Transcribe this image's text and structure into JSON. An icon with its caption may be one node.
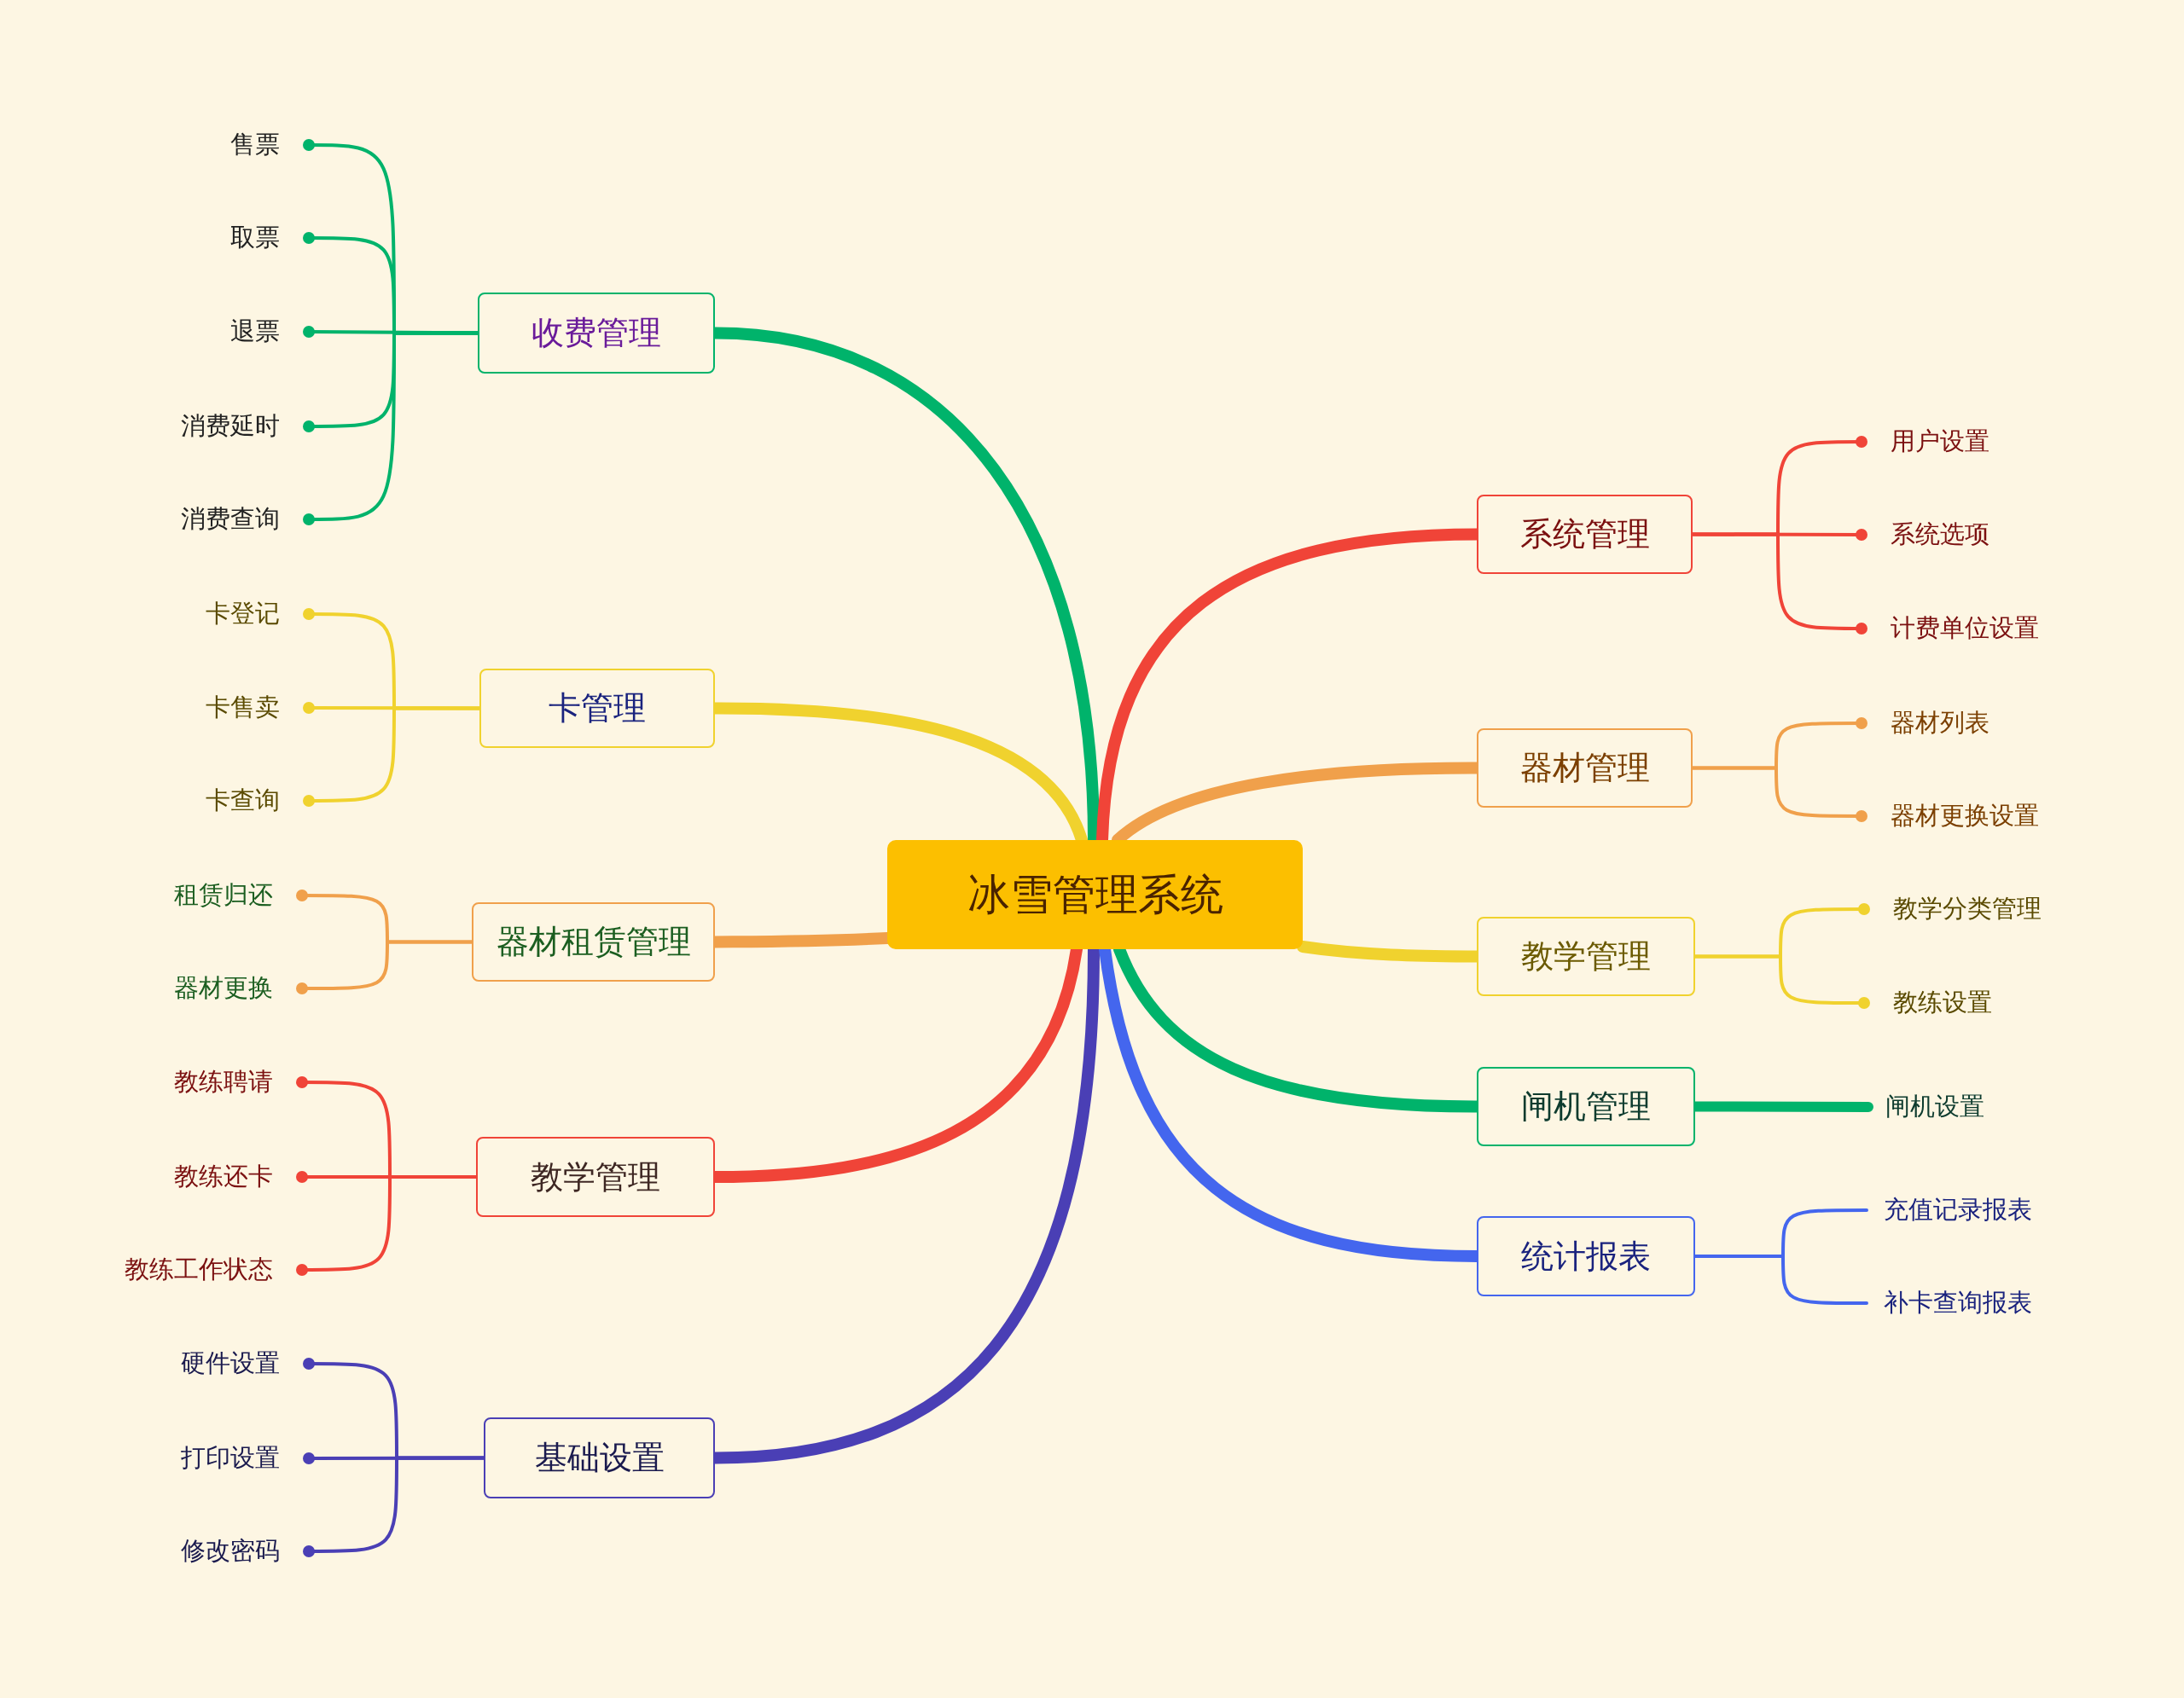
{
  "diagram": {
    "nodes": [
      {
        "text": [
          "冰雪管理系统"
        ]
      },
      {
        "text": [
          "收费管理"
        ]
      },
      {
        "text": [
          "售票"
        ]
      },
      {
        "text": [
          "取票"
        ]
      },
      {
        "text": [
          "退票"
        ]
      },
      {
        "text": [
          "消费延时"
        ]
      },
      {
        "text": [
          "消费查询"
        ]
      },
      {
        "text": [
          "卡管理"
        ]
      },
      {
        "text": [
          "卡登记"
        ]
      },
      {
        "text": [
          "卡售卖"
        ]
      },
      {
        "text": [
          "卡查询"
        ]
      },
      {
        "text": [
          "器材租赁管理"
        ]
      },
      {
        "text": [
          "租赁归还"
        ]
      },
      {
        "text": [
          "器材更换"
        ]
      },
      {
        "text": [
          "教学管理"
        ]
      },
      {
        "text": [
          "教练聘请"
        ]
      },
      {
        "text": [
          "教练还卡"
        ]
      },
      {
        "text": [
          "教练工作状态"
        ]
      },
      {
        "text": [
          "基础设置"
        ]
      },
      {
        "text": [
          "硬件设置"
        ]
      },
      {
        "text": [
          "打印设置"
        ]
      },
      {
        "text": [
          "修改密码"
        ]
      },
      {
        "text": [
          "系统管理"
        ]
      },
      {
        "text": [
          "用户设置"
        ]
      },
      {
        "text": [
          "系统选项"
        ]
      },
      {
        "text": [
          "计费单位设置"
        ]
      },
      {
        "text": [
          "器材管理"
        ]
      },
      {
        "text": [
          "器材列表"
        ]
      },
      {
        "text": [
          "器材更换设置"
        ]
      },
      {
        "text": [
          "教学管理"
        ]
      },
      {
        "text": [
          "教学分类管理"
        ]
      },
      {
        "text": [
          "教练设置"
        ]
      },
      {
        "text": [
          "闸机管理"
        ]
      },
      {
        "text": [
          "闸机设置"
        ]
      },
      {
        "text": [
          "统计报表"
        ]
      },
      {
        "text": [
          "充值记录报表"
        ]
      },
      {
        "text": [
          "补卡查询报表"
        ]
      }
    ],
    "edges": [
      {
        "from": 0,
        "to": 1,
        "arrow": "none",
        "style": "thick",
        "color": "#00b36b"
      },
      {
        "from": 0,
        "to": 7,
        "arrow": "none",
        "style": "thick",
        "color": "#f0d22e"
      },
      {
        "from": 0,
        "to": 11,
        "arrow": "none",
        "style": "thick",
        "color": "#f0a04b"
      },
      {
        "from": 0,
        "to": 14,
        "arrow": "none",
        "style": "thick",
        "color": "#f04438"
      },
      {
        "from": 0,
        "to": 18,
        "arrow": "none",
        "style": "thick",
        "color": "#4a3fb5"
      },
      {
        "from": 0,
        "to": 22,
        "arrow": "none",
        "style": "thick",
        "color": "#f04438"
      },
      {
        "from": 0,
        "to": 26,
        "arrow": "none",
        "style": "thick",
        "color": "#f0a04b"
      },
      {
        "from": 0,
        "to": 29,
        "arrow": "none",
        "style": "thick",
        "color": "#f0d22e"
      },
      {
        "from": 0,
        "to": 32,
        "arrow": "none",
        "style": "thick",
        "color": "#00b36b"
      },
      {
        "from": 0,
        "to": 34,
        "arrow": "none",
        "style": "thick",
        "color": "#4466ee"
      },
      {
        "from": 1,
        "to": 2,
        "arrow": "other",
        "color": "#00b36b"
      },
      {
        "from": 1,
        "to": 3,
        "arrow": "other",
        "color": "#00b36b"
      },
      {
        "from": 1,
        "to": 4,
        "arrow": "other",
        "color": "#00b36b"
      },
      {
        "from": 1,
        "to": 5,
        "arrow": "other",
        "color": "#00b36b"
      },
      {
        "from": 1,
        "to": 6,
        "arrow": "other",
        "color": "#00b36b"
      },
      {
        "from": 7,
        "to": 8,
        "arrow": "other",
        "color": "#f0d22e"
      },
      {
        "from": 7,
        "to": 9,
        "arrow": "other",
        "color": "#f0d22e"
      },
      {
        "from": 7,
        "to": 10,
        "arrow": "other",
        "color": "#f0d22e"
      },
      {
        "from": 11,
        "to": 12,
        "arrow": "other",
        "color": "#f0a04b"
      },
      {
        "from": 11,
        "to": 13,
        "arrow": "other",
        "color": "#f0a04b"
      },
      {
        "from": 14,
        "to": 15,
        "arrow": "other",
        "color": "#f04438"
      },
      {
        "from": 14,
        "to": 16,
        "arrow": "other",
        "color": "#f04438"
      },
      {
        "from": 14,
        "to": 17,
        "arrow": "other",
        "color": "#f04438"
      },
      {
        "from": 18,
        "to": 19,
        "arrow": "other",
        "color": "#4a3fb5"
      },
      {
        "from": 18,
        "to": 20,
        "arrow": "other",
        "color": "#4a3fb5"
      },
      {
        "from": 18,
        "to": 21,
        "arrow": "other",
        "color": "#4a3fb5"
      },
      {
        "from": 22,
        "to": 23,
        "arrow": "other",
        "color": "#f04438"
      },
      {
        "from": 22,
        "to": 24,
        "arrow": "other",
        "color": "#f04438"
      },
      {
        "from": 22,
        "to": 25,
        "arrow": "other",
        "color": "#f04438"
      },
      {
        "from": 26,
        "to": 27,
        "arrow": "other",
        "color": "#f0a04b"
      },
      {
        "from": 26,
        "to": 28,
        "arrow": "other",
        "color": "#f0a04b"
      },
      {
        "from": 29,
        "to": 30,
        "arrow": "other",
        "color": "#f0d22e"
      },
      {
        "from": 29,
        "to": 31,
        "arrow": "other",
        "color": "#f0d22e"
      },
      {
        "from": 32,
        "to": 33,
        "arrow": "none",
        "style": "thick",
        "color": "#00b36b"
      },
      {
        "from": 34,
        "to": 35,
        "arrow": "none",
        "color": "#4466ee"
      },
      {
        "from": 34,
        "to": 36,
        "arrow": "none",
        "color": "#4466ee"
      }
    ]
  }
}
